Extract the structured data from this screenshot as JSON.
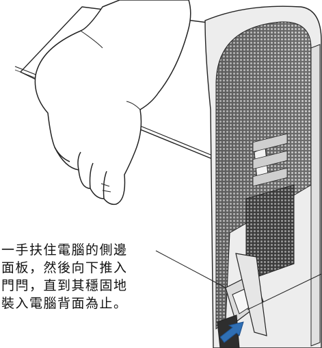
{
  "caption": {
    "lines": [
      "一手扶住電腦的側邊",
      "面板，然後向下推入",
      "門閂，直到其穩固地",
      "裝入電腦背面為止。"
    ]
  },
  "colors": {
    "ink": "#111111",
    "arrow_fill": "#2f6fb4",
    "arrow_stroke": "#1c4f8c",
    "mesh_dark": "#4a4a4a",
    "panel_light": "#f4f4f4"
  },
  "icons": {
    "arrow": "push-down-arrow",
    "hand": "hand-illustration"
  }
}
